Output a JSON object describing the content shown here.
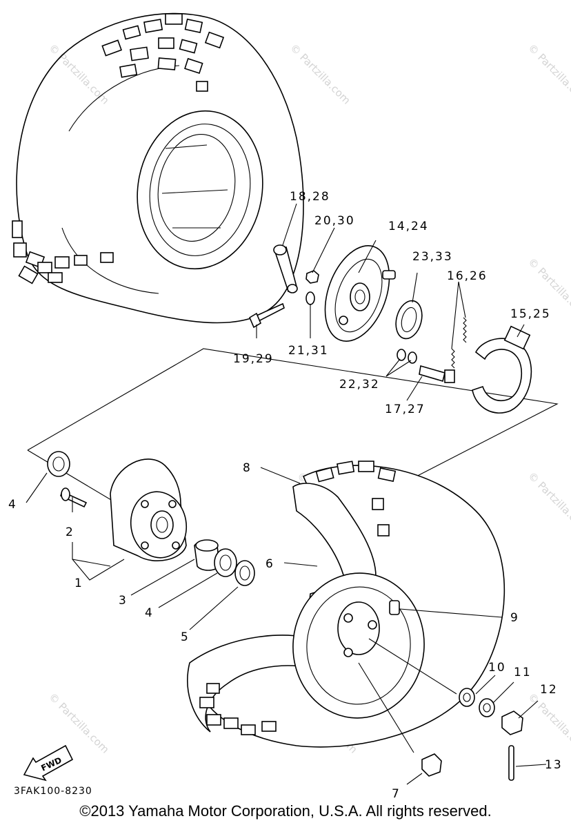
{
  "diagram": {
    "part_code": "3FAK100-8230",
    "fwd_label": "FWD",
    "copyright": "©2013 Yamaha Motor Corporation, U.S.A. All rights reserved.",
    "watermark": "© Partzilla.com",
    "callouts": {
      "p1": "1",
      "p2": "2",
      "p3": "3",
      "p4a": "4",
      "p4b": "4",
      "p5": "5",
      "p6": "6",
      "p7": "7",
      "p8": "8",
      "p9": "9",
      "p10": "10",
      "p11": "11",
      "p12": "12",
      "p13": "13",
      "p14": "14,24",
      "p15": "15,25",
      "p16": "16,26",
      "p17": "17,27",
      "p18": "18,28",
      "p19": "19,29",
      "p20": "20,30",
      "p21": "21,31",
      "p22": "22,32",
      "p23": "23,33"
    }
  }
}
